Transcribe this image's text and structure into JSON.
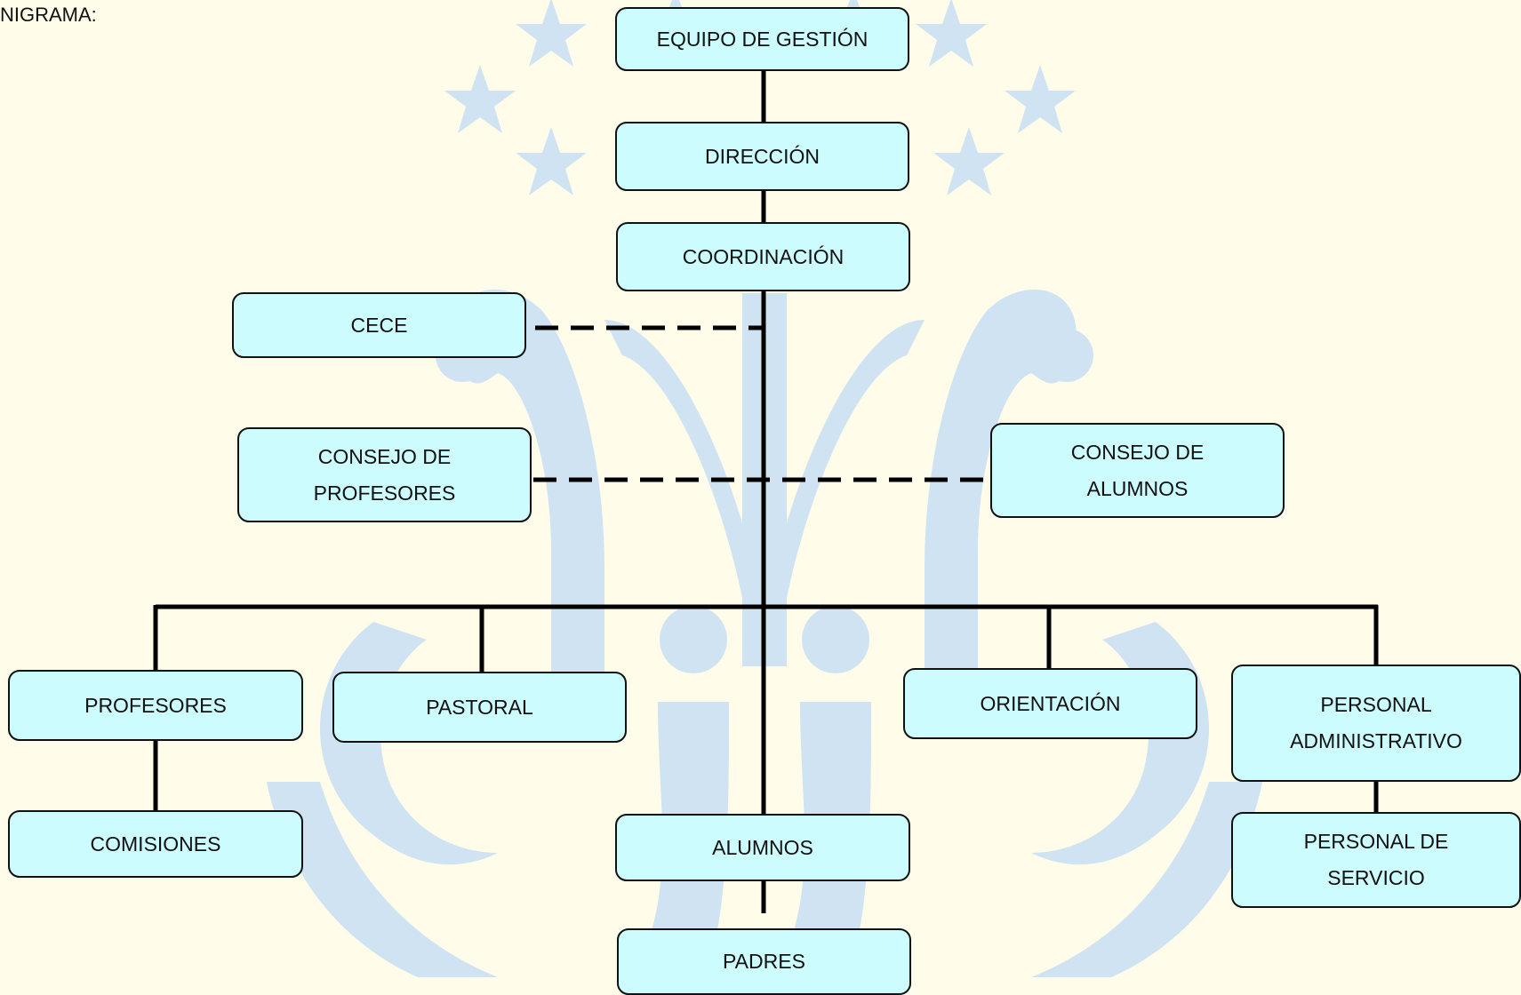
{
  "caption": "NIGRAMA:",
  "colors": {
    "page_background": "#fffcea",
    "box_fill": "#ccfcfe",
    "box_border": "#111111",
    "connector": "#000000",
    "watermark": "#cfe3f2"
  },
  "watermark": {
    "type": "Marian monogram with stars",
    "icon_names": [
      "star-icon",
      "monogram-m-icon"
    ]
  },
  "nodes": {
    "equipo": "EQUIPO DE GESTIÓN",
    "direccion": "DIRECCIÓN",
    "coordinacion": "COORDINACIÓN",
    "cece": "CECE",
    "consejo_profesores": [
      "CONSEJO DE",
      "PROFESORES"
    ],
    "consejo_alumnos": [
      "CONSEJO DE",
      "ALUMNOS"
    ],
    "profesores": "PROFESORES",
    "pastoral": "PASTORAL",
    "orientacion": "ORIENTACIÓN",
    "personal_administrativo": [
      "PERSONAL",
      "ADMINISTRATIVO"
    ],
    "comisiones": "COMISIONES",
    "alumnos": "ALUMNOS",
    "padres": "PADRES",
    "personal_servicio": [
      "PERSONAL DE",
      "SERVICIO"
    ]
  },
  "connections": [
    {
      "from": "equipo",
      "to": "direccion",
      "style": "solid"
    },
    {
      "from": "direccion",
      "to": "coordinacion",
      "style": "solid"
    },
    {
      "from": "coordinacion",
      "to": "cece",
      "style": "dashed"
    },
    {
      "from": "coordinacion",
      "to": "consejo_profesores",
      "style": "dashed"
    },
    {
      "from": "coordinacion",
      "to": "consejo_alumnos",
      "style": "dashed"
    },
    {
      "from": "coordinacion",
      "to": "profesores",
      "style": "solid"
    },
    {
      "from": "coordinacion",
      "to": "pastoral",
      "style": "solid"
    },
    {
      "from": "coordinacion",
      "to": "alumnos",
      "style": "solid"
    },
    {
      "from": "coordinacion",
      "to": "orientacion",
      "style": "solid"
    },
    {
      "from": "coordinacion",
      "to": "personal_administrativo",
      "style": "solid"
    },
    {
      "from": "profesores",
      "to": "comisiones",
      "style": "solid"
    },
    {
      "from": "alumnos",
      "to": "padres",
      "style": "solid"
    },
    {
      "from": "personal_administrativo",
      "to": "personal_servicio",
      "style": "solid"
    }
  ]
}
